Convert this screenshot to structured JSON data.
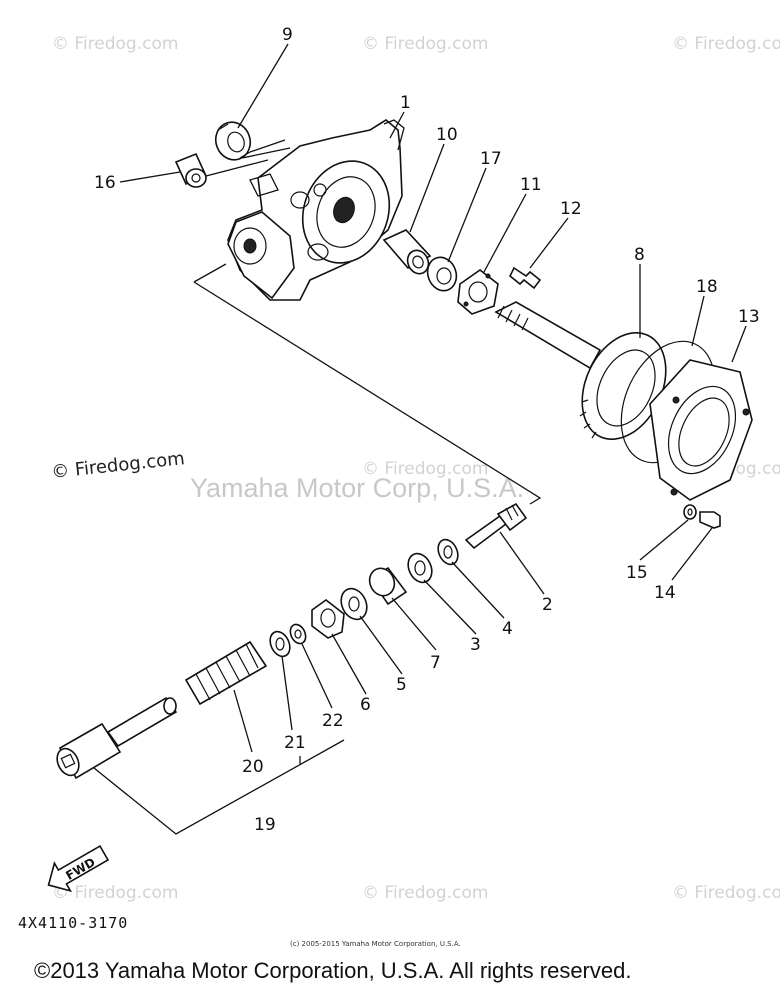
{
  "watermarks": {
    "tl": "© Firedog.com",
    "tm": "© Firedog.com",
    "tr": "© Firedog.com",
    "ml": "© Firedog.com",
    "mm": "© Firedog.com",
    "mr": "© Firedog.com",
    "bl": "© Firedog.com",
    "bm": "© Firedog.com",
    "br": "© Firedog.com"
  },
  "overlay": "Yamaha Motor Corp, U.S.A.",
  "part_numbers": {
    "p1": "1",
    "p2": "2",
    "p3": "3",
    "p4": "4",
    "p5": "5",
    "p6": "6",
    "p7": "7",
    "p8": "8",
    "p9": "9",
    "p10": "10",
    "p11": "11",
    "p12": "12",
    "p13": "13",
    "p14": "14",
    "p15": "15",
    "p16": "16",
    "p17": "17",
    "p18": "18",
    "p19": "19",
    "p20": "20",
    "p21": "21",
    "p22": "22"
  },
  "fwd_label": "FWD",
  "diagram_code": "4X4110-3170",
  "fine_print": "(c) 2005-2015 Yamaha Motor Corporation, U.S.A.",
  "copyright": "©2013 Yamaha Motor Corporation, U.S.A. All rights reserved."
}
